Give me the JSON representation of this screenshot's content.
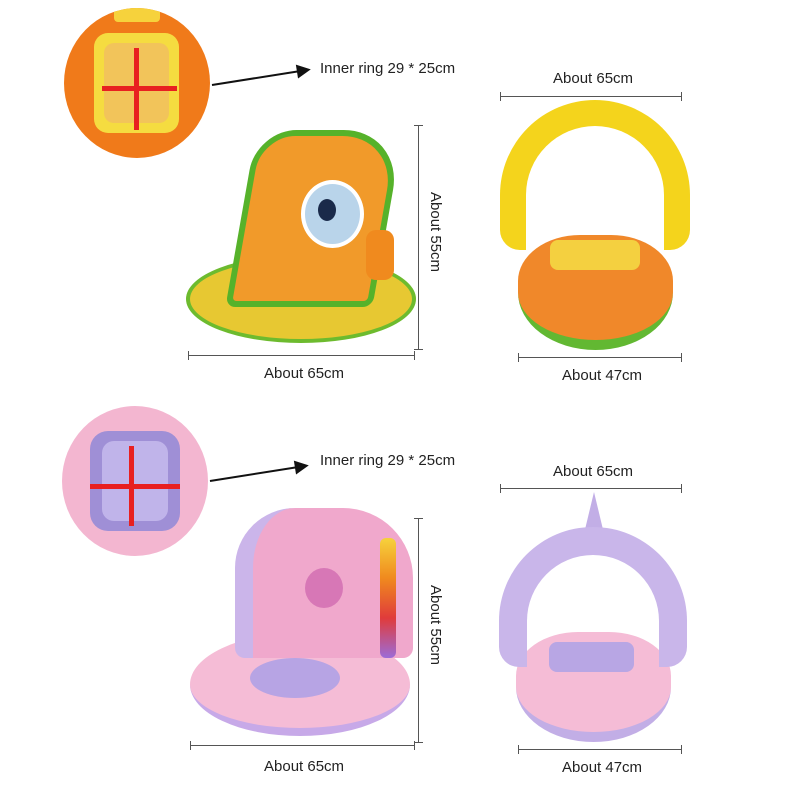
{
  "sections": [
    {
      "name": "dinosaur-float",
      "inner_ring": "Inner ring 29 * 25cm",
      "side_width": "About 65cm",
      "side_height": "About 55cm",
      "front_width_top": "About 65cm",
      "front_width_bottom": "About 47cm",
      "colors": {
        "body": "#f08a1e",
        "canopy": "#f4d41c",
        "accent": "#58b82c"
      }
    },
    {
      "name": "unicorn-float",
      "inner_ring": "Inner ring 29 * 25cm",
      "side_width": "About 65cm",
      "side_height": "About 55cm",
      "front_width_top": "About 65cm",
      "front_width_bottom": "About 47cm",
      "colors": {
        "body": "#f3b3d0",
        "canopy": "#c9b2e6",
        "accent": "#9c86d8"
      }
    }
  ]
}
